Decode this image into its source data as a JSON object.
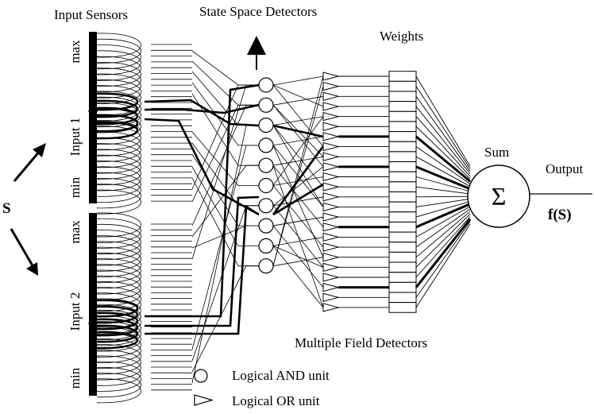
{
  "labels": {
    "input_sensors": "Input Sensors",
    "state_space_detectors": "State Space Detectors",
    "weights": "Weights",
    "sum": "Sum",
    "output": "Output",
    "output_fn": "f(S)",
    "s": "S",
    "input1": "Input 1",
    "input2": "Input 2",
    "max1": "max",
    "min1": "min",
    "max2": "max",
    "min2": "min",
    "multiple_field_detectors": "Multiple Field Detectors",
    "sigma": "Σ"
  },
  "legend": {
    "and_unit": "Logical AND unit",
    "or_unit": "Logical OR unit"
  },
  "colors": {
    "ink": "#000000",
    "background": "#ffffff"
  },
  "counts": {
    "and_units": 10,
    "or_units": 24,
    "weights": 24
  }
}
